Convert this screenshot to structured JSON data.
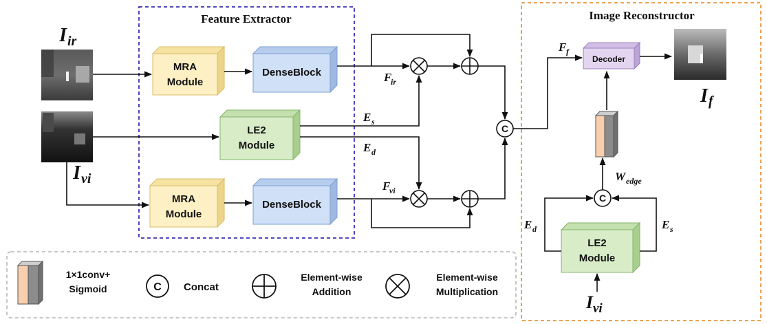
{
  "titles": {
    "feature_extractor": "Feature Extractor",
    "image_reconstructor": "Image Reconstructor"
  },
  "inputs": {
    "ir_main": "I",
    "ir_sub": "ir",
    "vi_main": "I",
    "vi_sub": "vi",
    "fused_main": "I",
    "fused_sub": "f",
    "vi2_main": "I",
    "vi2_sub": "vi"
  },
  "blocks": {
    "mra_top_line1": "MRA",
    "mra_top_line2": "Module",
    "dense_top": "DenseBlock",
    "le2_mid_line1": "LE2",
    "le2_mid_line2": "Module",
    "mra_bot_line1": "MRA",
    "mra_bot_line2": "Module",
    "dense_bot": "DenseBlock",
    "decoder": "Decoder",
    "le2_rec_line1": "LE2",
    "le2_rec_line2": "Module"
  },
  "signals": {
    "f_ir_main": "F",
    "f_ir_sub": "ir",
    "e_s_main": "E",
    "e_s_sub": "s",
    "e_d_main": "E",
    "e_d_sub": "d",
    "f_vi_main": "F",
    "f_vi_sub": "vi",
    "f_f_main": "F",
    "f_f_sub": "f",
    "w_edge_main": "W",
    "w_edge_sub": "edge",
    "e_d2_main": "E",
    "e_d2_sub": "d",
    "e_s2_main": "E",
    "e_s2_sub": "s"
  },
  "operators": {
    "concat": "C"
  },
  "legend": {
    "conv_line1": "1×1conv+",
    "conv_line2": "Sigmoid",
    "concat_symbol": "C",
    "concat_label": "Concat",
    "add_line1": "Element-wise",
    "add_line2": "Addition",
    "mul_line1": "Element-wise",
    "mul_line2": "Multiplication"
  },
  "colors": {
    "mra_face": "#fdf0c4",
    "mra_top": "#f6e3a2",
    "mra_side": "#ecd489",
    "mra_stroke": "#d9bd6a",
    "dense_face": "#cfe0f7",
    "dense_top": "#b7cdee",
    "dense_side": "#9fb9e0",
    "dense_stroke": "#7e9fd1",
    "le2_face": "#d8ecc8",
    "le2_top": "#c3e0ae",
    "le2_side": "#a9cf8f",
    "le2_stroke": "#85b46a",
    "decoder_face": "#e3d5ef",
    "decoder_top": "#d2bfe5",
    "decoder_side": "#bda4d6",
    "decoder_stroke": "#9d7fbf",
    "extractor_border": "#3a2fb0",
    "reconstructor_border": "#e8963c",
    "legend_border": "#b5b5b5",
    "conv_peach": "#f9cfae",
    "conv_gray": "#8c8c8c"
  }
}
